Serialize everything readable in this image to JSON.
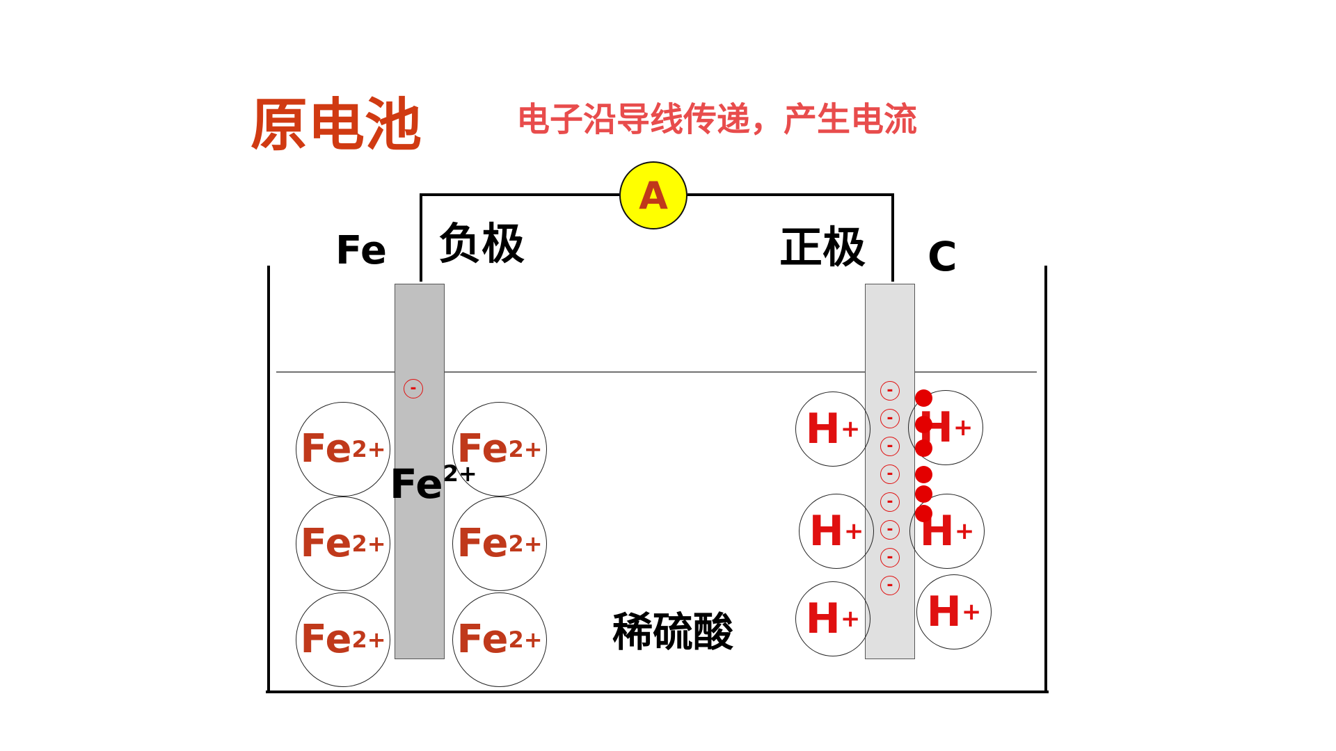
{
  "title": "原电池",
  "subtitle": "电子沿导线传递，产生电流",
  "ammeter_label": "A",
  "left_electrode": {
    "material": "Fe",
    "pole": "负极"
  },
  "right_electrode": {
    "material": "C",
    "pole": "正极"
  },
  "electrolyte": "稀硫酸",
  "center_ion": {
    "base": "Fe",
    "charge": "2+"
  },
  "fe_ions": [
    {
      "base": "Fe",
      "charge": "2+"
    },
    {
      "base": "Fe",
      "charge": "2+"
    },
    {
      "base": "Fe",
      "charge": "2+"
    },
    {
      "base": "Fe",
      "charge": "2+"
    },
    {
      "base": "Fe",
      "charge": "2+"
    },
    {
      "base": "Fe",
      "charge": "2+"
    }
  ],
  "h_ions": [
    {
      "base": "H",
      "charge": "+"
    },
    {
      "base": "H",
      "charge": "+"
    },
    {
      "base": "H",
      "charge": "+"
    },
    {
      "base": "H",
      "charge": "+"
    },
    {
      "base": "H",
      "charge": "+"
    },
    {
      "base": "H",
      "charge": "+"
    }
  ],
  "electron_symbol": "-",
  "colors": {
    "title": "#d03a12",
    "subtitle": "#e84c4c",
    "ion_text": "#c0391b",
    "h_text": "#e01010",
    "ammeter_fill": "#ffff00",
    "ammeter_text": "#c0391b",
    "electron": "#e01010",
    "h_dot": "#e30000"
  }
}
